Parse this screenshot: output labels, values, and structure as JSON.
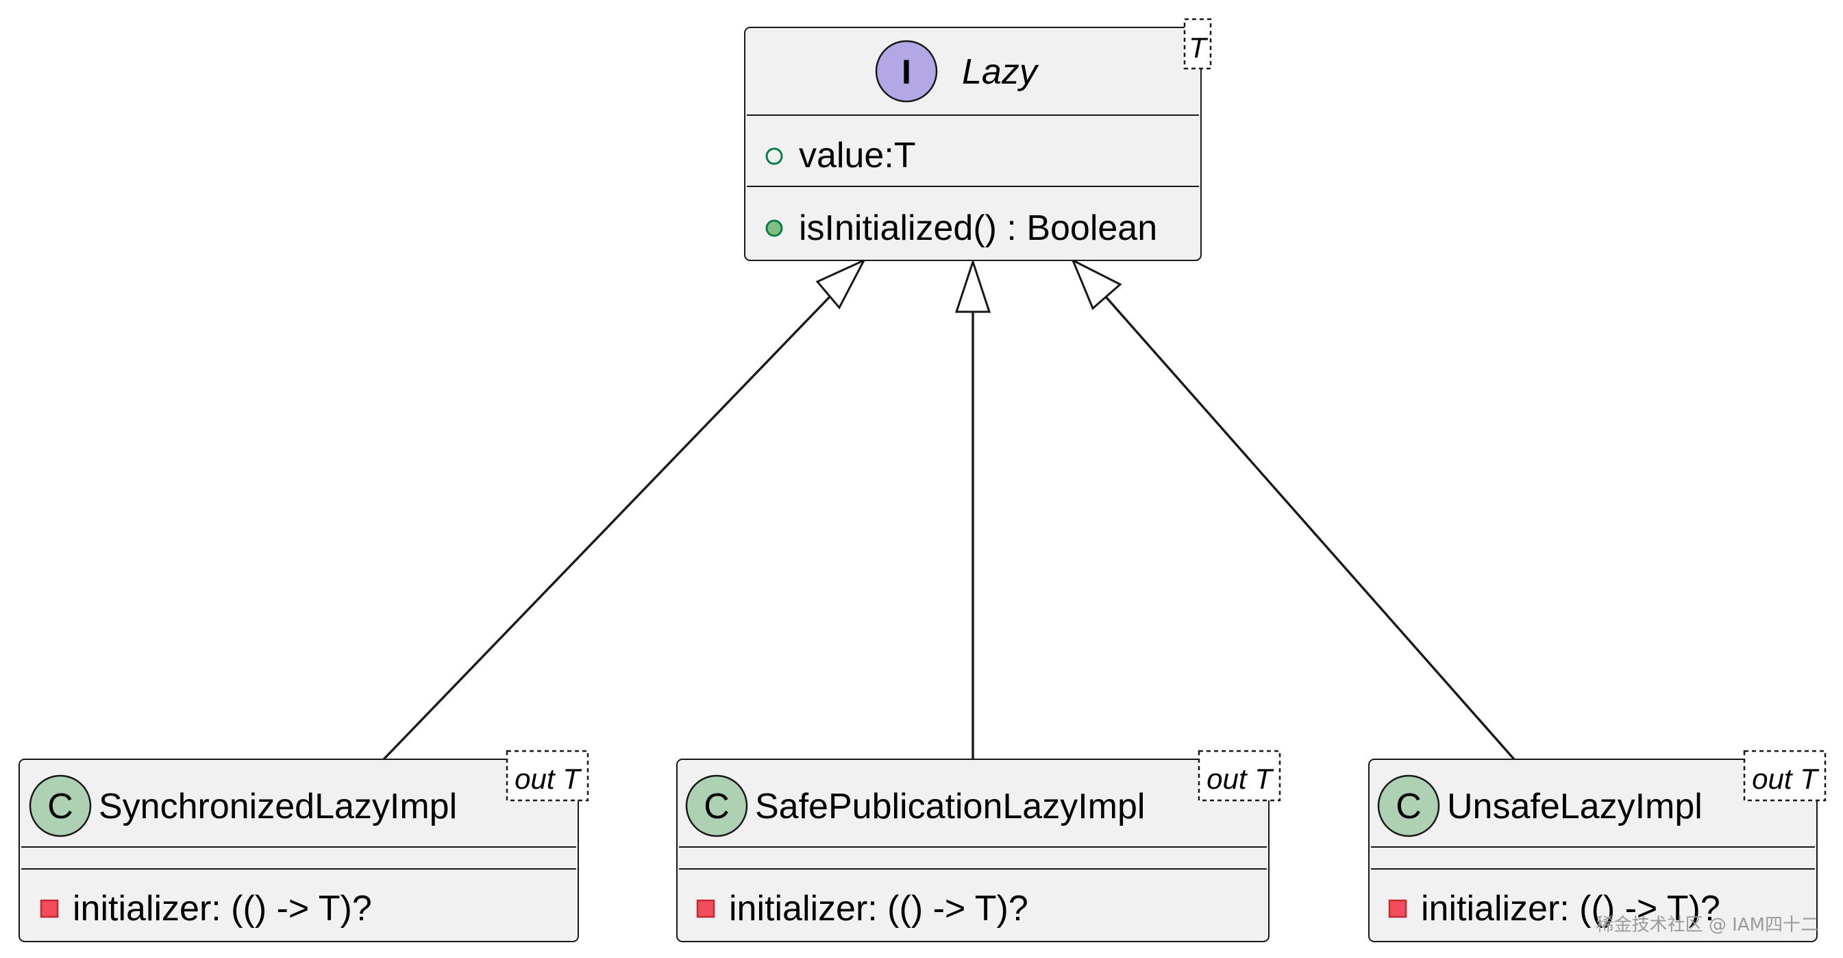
{
  "interface": {
    "stereotype_letter": "I",
    "name": "Lazy",
    "generic": "T",
    "field": "value:T",
    "method": "isInitialized() : Boolean",
    "colors": {
      "badge": "#b4a7e5",
      "visibility": "#038048",
      "method_fill": "#84be84"
    }
  },
  "classes": [
    {
      "stereotype_letter": "C",
      "name": "SynchronizedLazyImpl",
      "generic": "out T",
      "field": "initializer: (() -> T)?"
    },
    {
      "stereotype_letter": "C",
      "name": "SafePublicationLazyImpl",
      "generic": "out T",
      "field": "initializer: (() -> T)?"
    },
    {
      "stereotype_letter": "C",
      "name": "UnsafeLazyImpl",
      "generic": "out T",
      "field": "initializer: (() -> T)?"
    }
  ],
  "class_colors": {
    "badge": "#add1b2",
    "private_fill": "#f24d5c",
    "private_stroke": "#c82930"
  },
  "relationship": "inheritance",
  "watermark": "稀金技术社区 @ IAM四十二"
}
